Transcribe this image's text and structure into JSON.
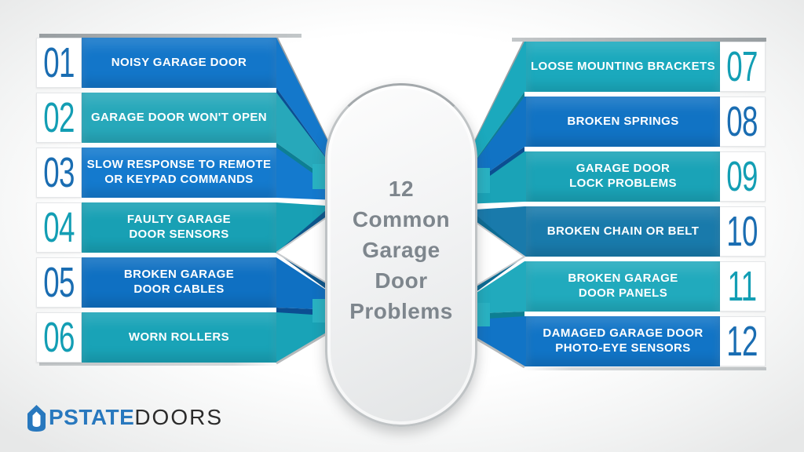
{
  "title": {
    "lines": [
      "12",
      "Common",
      "Garage",
      "Door",
      "Problems"
    ]
  },
  "colors": {
    "blue": "#1376c9",
    "teal": "#1fa6b9",
    "steel_blue": "#197aab",
    "number_blue": "#1a6db2",
    "number_teal": "#139eb4",
    "title_text": "#7e868d",
    "pill_fill": "#eef0f1",
    "logo_blue": "#2878be",
    "logo_dark": "#2b2b2b"
  },
  "left_items": [
    {
      "number": "01",
      "label": "NOISY GARAGE DOOR",
      "bar_color": "#1376c9",
      "number_color": "#1a6db2"
    },
    {
      "number": "02",
      "label": "GARAGE DOOR WON'T OPEN",
      "bar_color": "#27a8ba",
      "number_color": "#139eb4"
    },
    {
      "number": "03",
      "label": "SLOW RESPONSE TO REMOTE\nOR KEYPAD COMMANDS",
      "bar_color": "#147ace",
      "number_color": "#1a6db2"
    },
    {
      "number": "04",
      "label": "FAULTY GARAGE\nDOOR SENSORS",
      "bar_color": "#18a0b4",
      "number_color": "#139eb4"
    },
    {
      "number": "05",
      "label": "BROKEN GARAGE\nDOOR CABLES",
      "bar_color": "#0f70c2",
      "number_color": "#1a6db2"
    },
    {
      "number": "06",
      "label": "WORN ROLLERS",
      "bar_color": "#19a3b7",
      "number_color": "#139eb4"
    }
  ],
  "right_items": [
    {
      "number": "07",
      "label": "LOOSE MOUNTING BRACKETS",
      "bar_color": "#1ba9bd",
      "number_color": "#139eb4"
    },
    {
      "number": "08",
      "label": "BROKEN SPRINGS",
      "bar_color": "#1173c4",
      "number_color": "#1a6db2"
    },
    {
      "number": "09",
      "label": "GARAGE DOOR\nLOCK PROBLEMS",
      "bar_color": "#1aa3b7",
      "number_color": "#139eb4"
    },
    {
      "number": "10",
      "label": "BROKEN CHAIN OR BELT",
      "bar_color": "#197aab",
      "number_color": "#1a6db2"
    },
    {
      "number": "11",
      "label": "BROKEN GARAGE\nDOOR PANELS",
      "bar_color": "#21aabd",
      "number_color": "#139eb4"
    },
    {
      "number": "12",
      "label": "DAMAGED GARAGE DOOR\nPHOTO-EYE SENSORS",
      "bar_color": "#1174c6",
      "number_color": "#1a6db2"
    }
  ],
  "logo": {
    "icon": "house-u-icon",
    "text_blue": "PSTATE",
    "text_dark": "DOORS"
  }
}
